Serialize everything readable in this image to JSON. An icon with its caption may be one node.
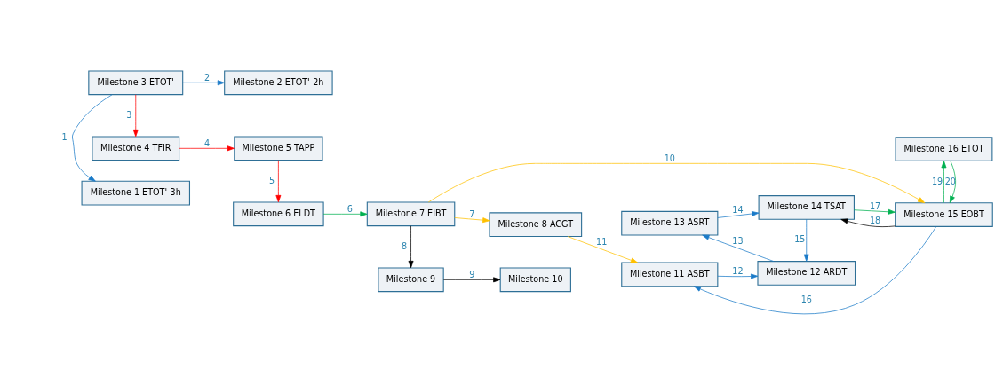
{
  "diagram": {
    "nodes": [
      {
        "text": [
          "Milestone 1 ETOT'-3h"
        ]
      },
      {
        "text": [
          "Milestone 2 ETOT'-2h"
        ]
      },
      {
        "text": [
          "Milestone 3 ETOT'"
        ]
      },
      {
        "text": [
          "Milestone 4 TFIR"
        ]
      },
      {
        "text": [
          "Milestone 5 TAPP"
        ]
      },
      {
        "text": [
          "Milestone 6 ELDT"
        ]
      },
      {
        "text": [
          "Milestone 7 EIBT"
        ]
      },
      {
        "text": [
          "Milestone 8 ACGT"
        ]
      },
      {
        "text": [
          "Milestone 9"
        ]
      },
      {
        "text": [
          "Milestone 10"
        ]
      },
      {
        "text": [
          "Milestone 11 ASBT"
        ]
      },
      {
        "text": [
          "Milestone 12 ARDT"
        ]
      },
      {
        "text": [
          "Milestone 13 ASRT"
        ]
      },
      {
        "text": [
          "Milestone 14 TSAT"
        ]
      },
      {
        "text": [
          "Milestone 15 EOBT"
        ]
      },
      {
        "text": [
          "Milestone 16 ETOT"
        ]
      }
    ],
    "edges": [
      {
        "from": 2,
        "to": 0,
        "arrow": "to",
        "label": "1"
      },
      {
        "from": 2,
        "to": 1,
        "arrow": "to",
        "label": "2"
      },
      {
        "from": 2,
        "to": 3,
        "arrow": "to",
        "label": "3",
        "color": "#ff0000"
      },
      {
        "from": 3,
        "to": 4,
        "arrow": "to",
        "label": "4",
        "color": "#ff0000"
      },
      {
        "from": 4,
        "to": 5,
        "arrow": "to",
        "label": "5",
        "color": "#ff0000"
      },
      {
        "from": 5,
        "to": 6,
        "arrow": "to",
        "label": "6",
        "color": "#00b050"
      },
      {
        "from": 6,
        "to": 7,
        "arrow": "to",
        "label": "7",
        "color": "#ffc000"
      },
      {
        "from": 6,
        "to": 8,
        "arrow": "to",
        "label": "8",
        "color": "#000000"
      },
      {
        "from": 8,
        "to": 9,
        "arrow": "to",
        "label": "9",
        "color": "#000000"
      },
      {
        "from": 6,
        "to": 14,
        "arrow": "to",
        "label": "10",
        "color": "#ffc000"
      },
      {
        "from": 7,
        "to": 10,
        "arrow": "to",
        "label": "11",
        "color": "#ffc000"
      },
      {
        "from": 10,
        "to": 11,
        "arrow": "to",
        "label": "12"
      },
      {
        "from": 11,
        "to": 12,
        "arrow": "to",
        "label": "13"
      },
      {
        "from": 12,
        "to": 13,
        "arrow": "to",
        "label": "14"
      },
      {
        "from": 13,
        "to": 11,
        "arrow": "to",
        "label": "15"
      },
      {
        "from": 14,
        "to": 10,
        "arrow": "to",
        "label": "16"
      },
      {
        "from": 13,
        "to": 14,
        "arrow": "to",
        "label": "17",
        "color": "#00b050"
      },
      {
        "from": 14,
        "to": 13,
        "arrow": "to",
        "label": "18",
        "color": "#000000"
      },
      {
        "from": 14,
        "to": 15,
        "arrow": "to",
        "label": "19",
        "color": "#00b050"
      },
      {
        "from": 15,
        "to": 14,
        "arrow": "to",
        "label": "20",
        "color": "#00b050"
      }
    ]
  }
}
